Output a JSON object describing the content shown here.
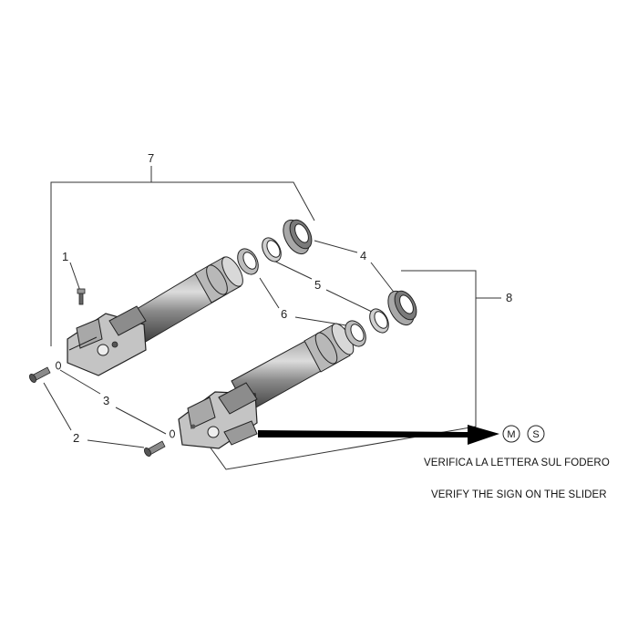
{
  "callouts": [
    "7",
    "1",
    "4",
    "5",
    "8",
    "6",
    "3",
    "2"
  ],
  "markings": {
    "m": "M",
    "s": "S"
  },
  "captions": {
    "italian": "VERIFICA LA LETTERA SUL FODERO",
    "english": "VERIFY THE SIGN ON THE SLIDER"
  }
}
